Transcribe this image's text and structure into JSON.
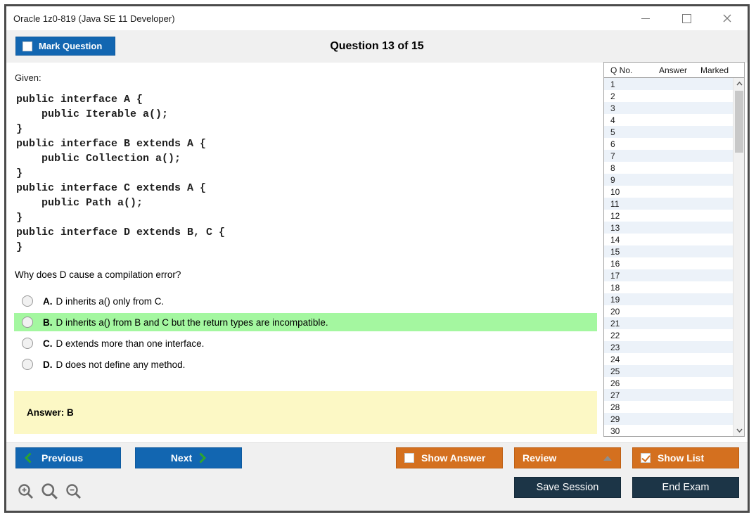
{
  "window": {
    "title": "Oracle 1z0-819 (Java SE 11 Developer)"
  },
  "header": {
    "mark_question_label": "Mark Question",
    "question_counter": "Question 13 of 15"
  },
  "question": {
    "given_label": "Given:",
    "code": "public interface A {\n    public Iterable a();\n}\npublic interface B extends A {\n    public Collection a();\n}\npublic interface C extends A {\n    public Path a();\n}\npublic interface D extends B, C {\n}",
    "prompt": "Why does D cause a compilation error?",
    "options": [
      {
        "letter": "A.",
        "text": "D inherits a() only from C.",
        "highlighted": false
      },
      {
        "letter": "B.",
        "text": "D inherits a() from B and C but the return types are incompatible.",
        "highlighted": true
      },
      {
        "letter": "C.",
        "text": "D extends more than one interface.",
        "highlighted": false
      },
      {
        "letter": "D.",
        "text": "D does not define any method.",
        "highlighted": false
      }
    ],
    "answer_label": "Answer: B"
  },
  "sidebar": {
    "columns": {
      "q_no": "Q No.",
      "answer": "Answer",
      "marked": "Marked"
    },
    "rows": [
      "1",
      "2",
      "3",
      "4",
      "5",
      "6",
      "7",
      "8",
      "9",
      "10",
      "11",
      "12",
      "13",
      "14",
      "15",
      "16",
      "17",
      "18",
      "19",
      "20",
      "21",
      "22",
      "23",
      "24",
      "25",
      "26",
      "27",
      "28",
      "29",
      "30"
    ]
  },
  "footer": {
    "previous_label": "Previous",
    "next_label": "Next",
    "show_answer_label": "Show Answer",
    "review_label": "Review",
    "show_list_label": "Show List",
    "save_session_label": "Save Session",
    "end_exam_label": "End Exam"
  },
  "colors": {
    "accent_blue": "#1266b1",
    "accent_orange": "#d4701f",
    "accent_navy": "#1c3547",
    "highlight_green": "#a4f7a0",
    "answer_yellow": "#fcf8c5",
    "row_alt_blue": "#ecf2f9",
    "chevron_green": "#2ea52e"
  }
}
